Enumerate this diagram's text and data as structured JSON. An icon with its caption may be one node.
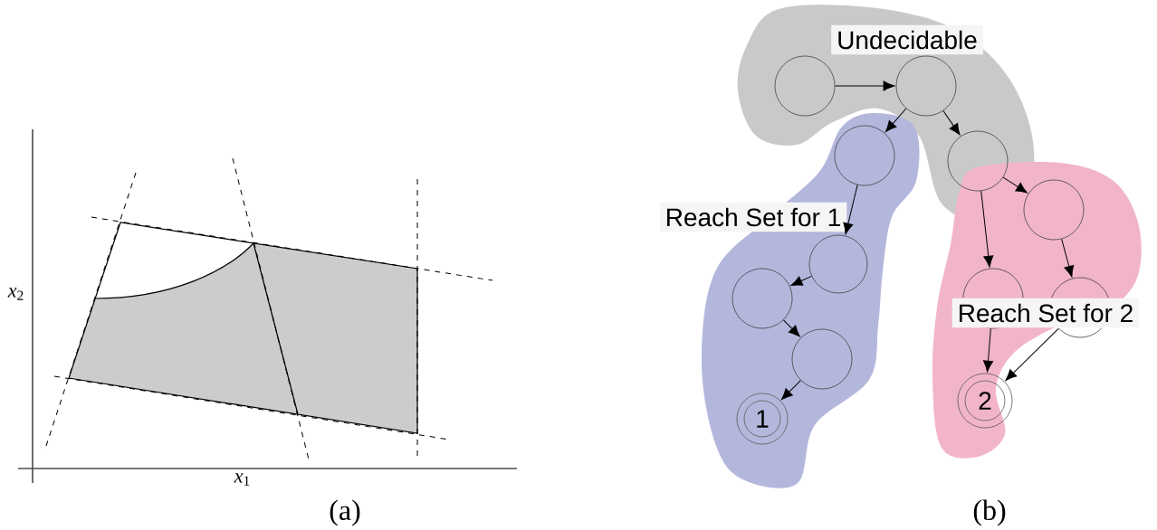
{
  "diagram": {
    "nodes": [
      {
        "text": [
          "Undecidable"
        ]
      },
      {
        "text": [],
        "shape": "circle",
        "in": 0
      },
      {
        "text": [],
        "shape": "circle",
        "in": 0
      },
      {
        "text": [],
        "shape": "circle",
        "in": 0
      },
      {
        "text": [
          "Reach Set for 1"
        ]
      },
      {
        "text": [],
        "shape": "circle",
        "in": 4
      },
      {
        "text": [],
        "shape": "circle",
        "in": 4
      },
      {
        "text": [],
        "shape": "circle",
        "in": 4
      },
      {
        "text": [],
        "shape": "circle",
        "in": 4
      },
      {
        "text": [
          "1"
        ],
        "in": 4
      },
      {
        "text": [
          "Reach Set for 2"
        ]
      },
      {
        "text": [],
        "shape": "circle",
        "in": 10
      },
      {
        "text": [],
        "shape": "circle",
        "in": 10
      },
      {
        "text": [],
        "shape": "circle",
        "in": 10
      },
      {
        "text": [
          "2"
        ],
        "in": 10
      }
    ],
    "edges": [
      {
        "from": 1,
        "to": 2,
        "arrow": "to"
      },
      {
        "from": 2,
        "to": 5,
        "arrow": "to"
      },
      {
        "from": 2,
        "to": 3,
        "arrow": "to"
      },
      {
        "from": 3,
        "to": 11,
        "arrow": "to"
      },
      {
        "from": 3,
        "to": 12,
        "arrow": "to"
      },
      {
        "from": 5,
        "to": 6,
        "arrow": "to"
      },
      {
        "from": 6,
        "to": 7,
        "arrow": "to"
      },
      {
        "from": 7,
        "to": 8,
        "arrow": "to"
      },
      {
        "from": 8,
        "to": 9,
        "arrow": "to"
      },
      {
        "from": 11,
        "to": 13,
        "arrow": "to"
      },
      {
        "from": 12,
        "to": 14,
        "arrow": "to"
      },
      {
        "from": 13,
        "to": 14,
        "arrow": "to"
      }
    ],
    "labels": [
      "*x*$_{2}$",
      "*x*$_{1}$",
      "(a)",
      "(b)"
    ]
  }
}
